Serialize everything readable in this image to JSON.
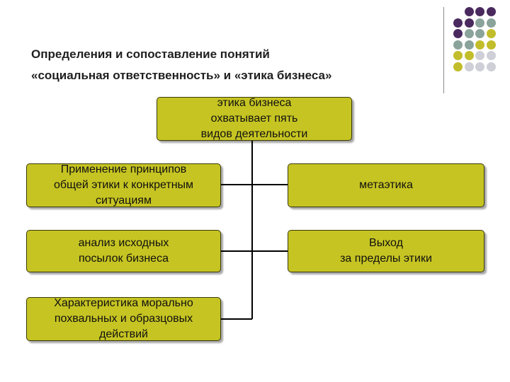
{
  "title": {
    "line1": "Определения и сопоставление понятий",
    "line2": "«социальная ответственность» и «этика бизнеса»"
  },
  "colors": {
    "box_fill": "#c6c422",
    "dot_purple": "#4a2a5e",
    "dot_teal": "#8aa39b",
    "dot_olive": "#c2bd2b",
    "dot_gray": "#cfcfd8"
  },
  "decor_dots": {
    "icon": "dot-grid-decoration",
    "rows": [
      [
        "purple",
        "purple",
        "purple"
      ],
      [
        "purple",
        "purple",
        "teal",
        "teal"
      ],
      [
        "purple",
        "teal",
        "teal",
        "olive"
      ],
      [
        "teal",
        "teal",
        "olive",
        "olive"
      ],
      [
        "olive",
        "olive",
        "gray",
        "gray"
      ],
      [
        "olive",
        "gray",
        "gray",
        "gray"
      ]
    ]
  },
  "diagram": {
    "root": "этика бизнеса\nохватывает пять\nвидов деятельности",
    "left": [
      "Применение принципов\nобщей этики к конкретным\nситуациям",
      "анализ исходных\nпосылок бизнеса",
      "Характеристика морально\nпохвальных и образцовых\nдействий"
    ],
    "right": [
      "метаэтика",
      "Выход\nза пределы этики"
    ]
  }
}
